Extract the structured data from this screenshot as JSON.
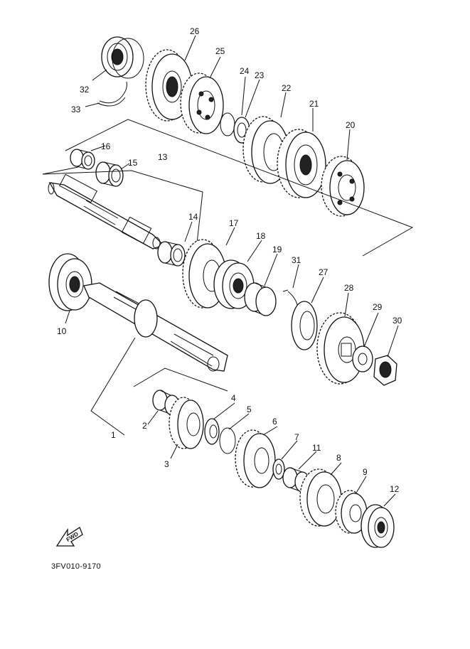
{
  "diagram": {
    "drawing_code": "3FV010-9170",
    "fwd_label": "FWD",
    "labels": [
      "1",
      "2",
      "3",
      "4",
      "5",
      "6",
      "7",
      "8",
      "9",
      "10",
      "11",
      "12",
      "13",
      "14",
      "15",
      "16",
      "17",
      "18",
      "19",
      "20",
      "21",
      "22",
      "23",
      "24",
      "25",
      "26",
      "27",
      "28",
      "29",
      "30",
      "31",
      "32",
      "33"
    ]
  }
}
